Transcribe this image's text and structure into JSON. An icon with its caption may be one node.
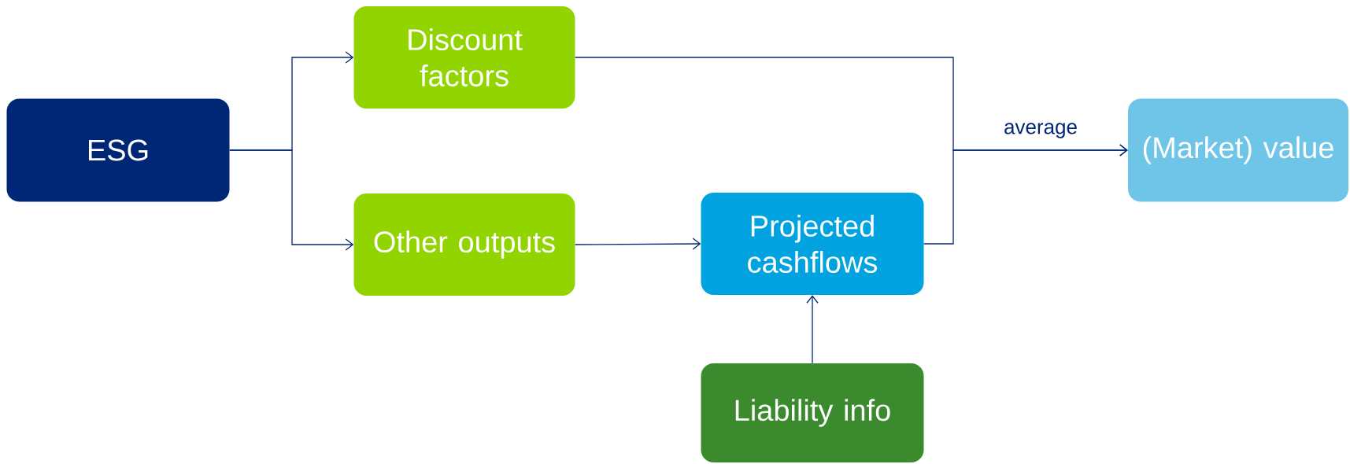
{
  "diagram": {
    "nodes": [
      {
        "text": [
          "ESG"
        ]
      },
      {
        "text": [
          "Discount factors"
        ]
      },
      {
        "text": [
          "Other outputs"
        ]
      },
      {
        "text": [
          "Projected cashflows"
        ]
      },
      {
        "text": [
          "(Market) value"
        ]
      },
      {
        "text": [
          "Liability info"
        ]
      }
    ],
    "edges": [
      {
        "from": 0,
        "to": 1,
        "arrow": "to"
      },
      {
        "from": 0,
        "to": 2,
        "arrow": "to"
      },
      {
        "from": 2,
        "to": 3,
        "arrow": "to"
      },
      {
        "from": 5,
        "to": 3,
        "arrow": "to"
      },
      {
        "from": 1,
        "to": 4,
        "arrow": "to",
        "label": "average"
      },
      {
        "from": 3,
        "to": 4,
        "arrow": "to"
      }
    ]
  }
}
